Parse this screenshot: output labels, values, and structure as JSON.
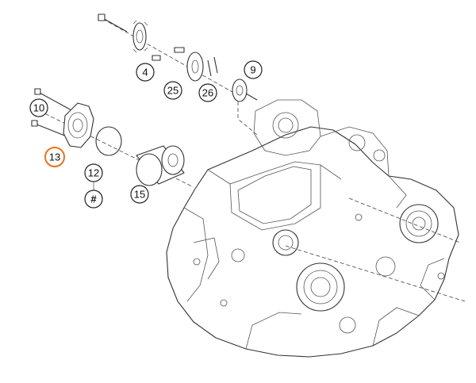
{
  "callouts": [
    {
      "id": "c4",
      "label": "4",
      "highlighted": false
    },
    {
      "id": "c25",
      "label": "25",
      "highlighted": false
    },
    {
      "id": "c26",
      "label": "26",
      "highlighted": false
    },
    {
      "id": "c9",
      "label": "9",
      "highlighted": false
    },
    {
      "id": "c10",
      "label": "10",
      "highlighted": false
    },
    {
      "id": "c13",
      "label": "13",
      "highlighted": true
    },
    {
      "id": "c12",
      "label": "12",
      "highlighted": false
    },
    {
      "id": "c12h",
      "label": "#",
      "highlighted": false
    },
    {
      "id": "c15",
      "label": "15",
      "highlighted": false
    }
  ],
  "colors": {
    "highlight": "#e8731f",
    "line": "#333333",
    "background": "#ffffff"
  }
}
